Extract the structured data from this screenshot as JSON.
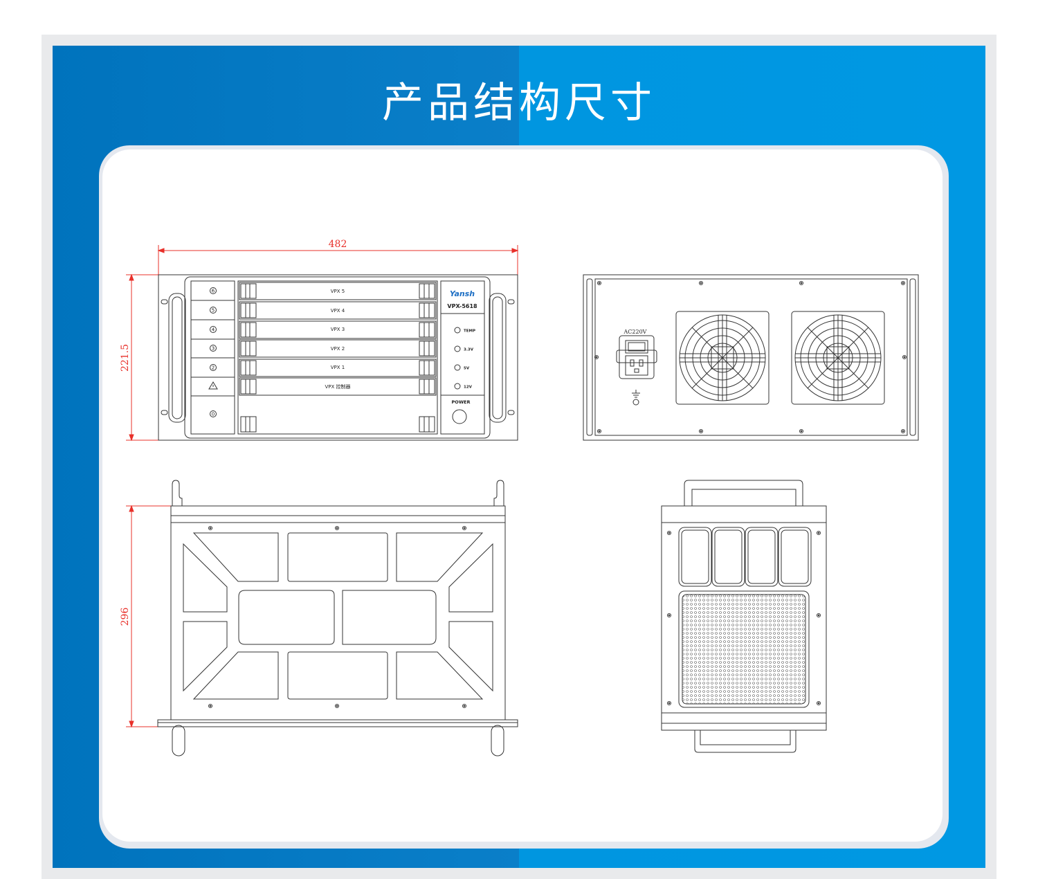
{
  "header": {
    "title": "产品结构尺寸"
  },
  "front_view": {
    "width_dim": "482",
    "height_dim": "221.5",
    "slots": [
      "VPX 5",
      "VPX 4",
      "VPX 3",
      "VPX 2",
      "VPX 1",
      "VPX 控制器"
    ],
    "slot_numbers": [
      "6",
      "5",
      "4",
      "3",
      "2"
    ],
    "bottom_number": "0",
    "brand": "Yansh",
    "model": "VPX-5618",
    "indicators": [
      "TEMP",
      "3.3V",
      "5V",
      "12V"
    ],
    "power_label": "POWER"
  },
  "rear_view": {
    "ac_label": "AC220V"
  },
  "top_view": {
    "depth_dim": "296"
  },
  "colors": {
    "panel_dark": "#0073bd",
    "panel_light": "#0098e3",
    "dimension": "#e8302a",
    "line": "#333333"
  }
}
